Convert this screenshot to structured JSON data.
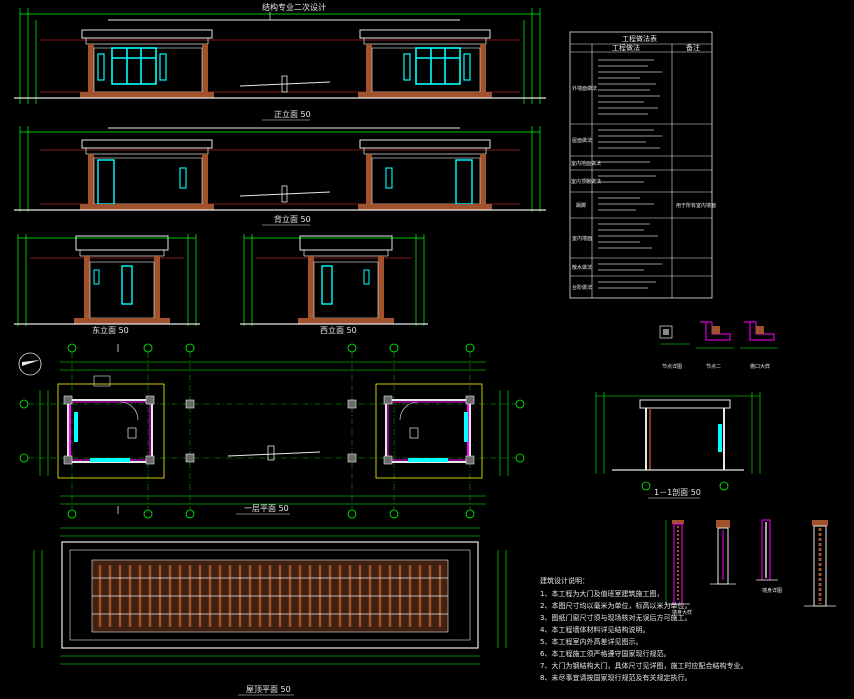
{
  "titles": {
    "front_elevation": "正立面 50",
    "back_elevation": "背立面 50",
    "east_elevation": "东立面 50",
    "west_elevation": "西立面 50",
    "ground_plan": "一层平面 50",
    "roof_plan": "屋顶平面 50",
    "section": "1－1剖面 50",
    "top_note": "结构专业二次设计"
  },
  "table": {
    "title": "工程做法表",
    "header_col1": "工程做法",
    "header_col2": "备注",
    "row_labels": [
      "外墙面做法",
      "屋面做法",
      "室内地面做法",
      "室内顶棚做法",
      "踢脚",
      "室内墙面",
      "散水做法",
      "台阶做法"
    ],
    "remark_row5": "用于所有室内墙面"
  },
  "notes": {
    "title": "建筑设计说明：",
    "lines": [
      "1、本工程为大门及值班室建筑施工图，",
      "2、本图尺寸均以毫米为单位，标高以米为单位。",
      "3、图纸门窗尺寸须与现场核对无误后方可施工。",
      "4、本工程墙体材料详见结构说明。",
      "5、本工程室内外高差详见图示。",
      "6、本工程施工须严格遵守国家现行规范。",
      "7、大门为钢结构大门，具体尺寸见详图，施工时应配合结构专业。",
      "8、未尽事宜请按国家现行规范及有关规定执行。"
    ]
  },
  "detail_labels": [
    "节点详图",
    "墙身大样",
    "檐口大样",
    "墙身详图",
    "节点二"
  ],
  "colors": {
    "background": "#000000",
    "line_white": "#e8e8e8",
    "dim_green": "#00ff00",
    "window_cyan": "#00ffff",
    "brick_brown": "#a0522d",
    "wall_magenta": "#ff00ff",
    "axis_red": "#ff3030",
    "axis_green": "#00c000",
    "yellow": "#ffff00"
  }
}
